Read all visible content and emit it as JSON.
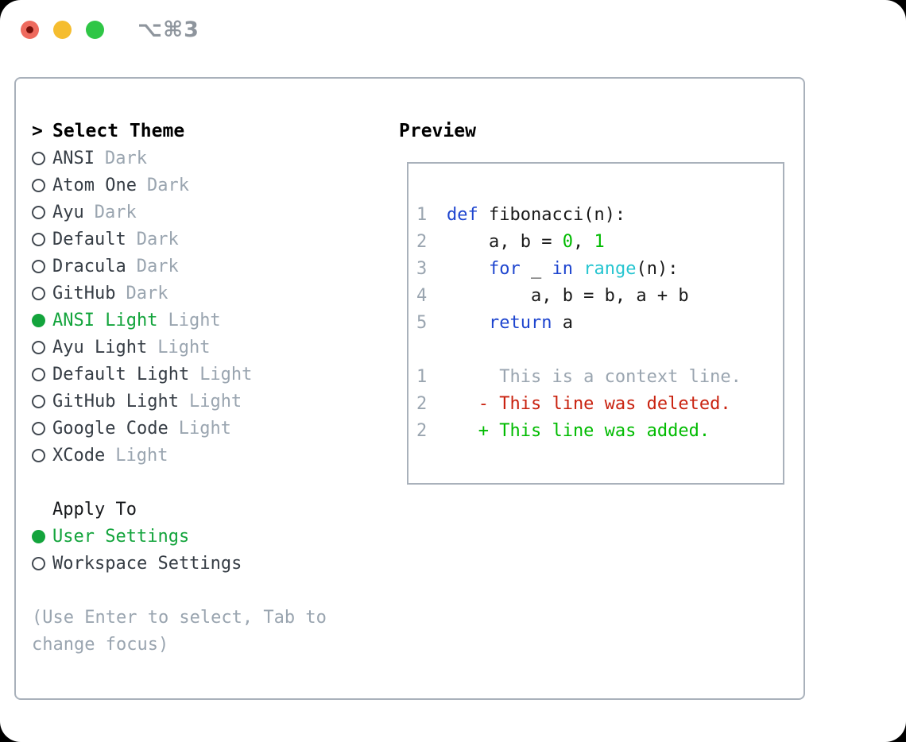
{
  "window": {
    "shortcut": "⌥⌘3"
  },
  "palette": {
    "selection_green": "#13a43c",
    "bright_green": "#00bb00",
    "deleted_red": "#c9220f",
    "keyword_blue": "#1e45cf",
    "builtin_cyan": "#26c5d0",
    "muted_gray": "#9aa5b0",
    "item_dark": "#363d45",
    "border_gray": "#a9b1bb",
    "traffic_red": "#ee6a5e",
    "traffic_red_dot": "#750f0a",
    "traffic_yellow": "#f5bd2f",
    "traffic_green": "#2fc646",
    "shortcut_gray": "#8e959d"
  },
  "theme_panel": {
    "prompt": ">",
    "title": "Select Theme",
    "themes": [
      {
        "name": "ANSI",
        "badge": "Dark",
        "selected": false
      },
      {
        "name": "Atom One",
        "badge": "Dark",
        "selected": false
      },
      {
        "name": "Ayu",
        "badge": "Dark",
        "selected": false
      },
      {
        "name": "Default",
        "badge": "Dark",
        "selected": false
      },
      {
        "name": "Dracula",
        "badge": "Dark",
        "selected": false
      },
      {
        "name": "GitHub",
        "badge": "Dark",
        "selected": false
      },
      {
        "name": "ANSI Light",
        "badge": "Light",
        "selected": true
      },
      {
        "name": "Ayu Light",
        "badge": "Light",
        "selected": false
      },
      {
        "name": "Default Light",
        "badge": "Light",
        "selected": false
      },
      {
        "name": "GitHub Light",
        "badge": "Light",
        "selected": false
      },
      {
        "name": "Google Code",
        "badge": "Light",
        "selected": false
      },
      {
        "name": "XCode",
        "badge": "Light",
        "selected": false
      }
    ],
    "apply_to": {
      "title": "Apply To",
      "options": [
        {
          "name": "User Settings",
          "selected": true
        },
        {
          "name": "Workspace Settings",
          "selected": false
        }
      ]
    },
    "hint_lines": [
      "(Use Enter to select, Tab to",
      "change focus)"
    ]
  },
  "preview": {
    "title": "Preview",
    "lines": [
      {
        "num": "1",
        "segments": [
          {
            "text": "def",
            "style": "keyword"
          },
          {
            "text": " fibonacci(n):",
            "style": "plain"
          }
        ]
      },
      {
        "num": "2",
        "segments": [
          {
            "text": "    a, b = ",
            "style": "plain"
          },
          {
            "text": "0",
            "style": "number"
          },
          {
            "text": ", ",
            "style": "plain"
          },
          {
            "text": "1",
            "style": "number"
          }
        ]
      },
      {
        "num": "3",
        "segments": [
          {
            "text": "    ",
            "style": "plain"
          },
          {
            "text": "for",
            "style": "keyword"
          },
          {
            "text": " _ ",
            "style": "plain"
          },
          {
            "text": "in",
            "style": "keyword"
          },
          {
            "text": " ",
            "style": "plain"
          },
          {
            "text": "range",
            "style": "builtin"
          },
          {
            "text": "(n):",
            "style": "plain"
          }
        ]
      },
      {
        "num": "4",
        "segments": [
          {
            "text": "        a, b = b, a + b",
            "style": "plain"
          }
        ]
      },
      {
        "num": "5",
        "segments": [
          {
            "text": "    ",
            "style": "plain"
          },
          {
            "text": "return",
            "style": "keyword"
          },
          {
            "text": " a",
            "style": "plain"
          }
        ]
      },
      {
        "num": "",
        "segments": []
      },
      {
        "num": "1",
        "segments": [
          {
            "text": "     This is a context line.",
            "style": "context"
          }
        ]
      },
      {
        "num": "2",
        "segments": [
          {
            "text": "   - This line was deleted.",
            "style": "deleted"
          }
        ]
      },
      {
        "num": "2",
        "segments": [
          {
            "text": "   + This line was added.",
            "style": "added"
          }
        ]
      }
    ]
  }
}
